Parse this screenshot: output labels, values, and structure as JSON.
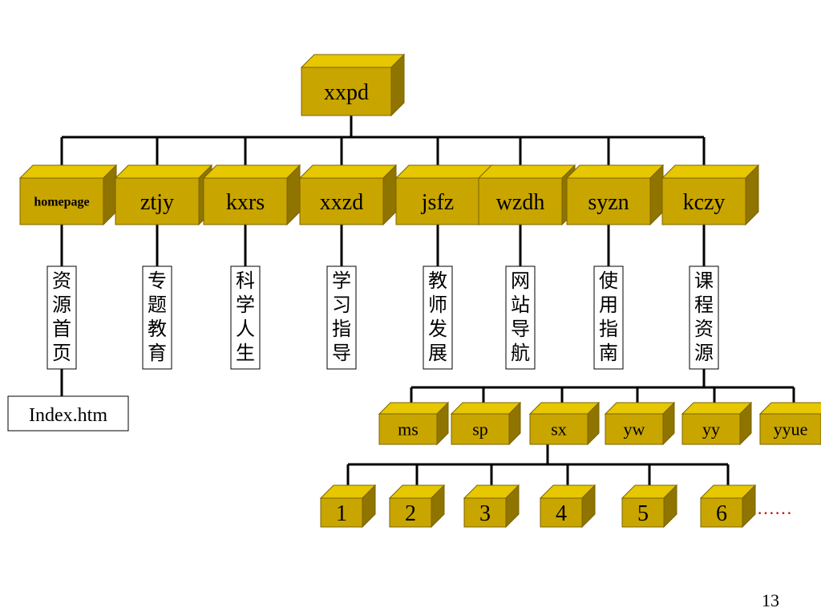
{
  "colors": {
    "box_face": "#C9A500",
    "box_top": "#E6C700",
    "box_side": "#8F7400",
    "box_edge": "#7A6300",
    "line": "#000000",
    "dots": "#D00000"
  },
  "root": {
    "id": "xxpd",
    "label": "xxpd"
  },
  "sections": [
    {
      "id": "homepage",
      "label": "homepage",
      "caption": "资源首页",
      "page": "Index.htm"
    },
    {
      "id": "ztjy",
      "label": "ztjy",
      "caption": "专题教育"
    },
    {
      "id": "kxrs",
      "label": "kxrs",
      "caption": "科学人生"
    },
    {
      "id": "xxzd",
      "label": "xxzd",
      "caption": "学习指导"
    },
    {
      "id": "jsfz",
      "label": "jsfz",
      "caption": "教师发展"
    },
    {
      "id": "wzdh",
      "label": "wzdh",
      "caption": "网站导航"
    },
    {
      "id": "syzn",
      "label": "syzn",
      "caption": "使用指南"
    },
    {
      "id": "kczy",
      "label": "kczy",
      "caption": "课程资源"
    }
  ],
  "subjects": [
    {
      "id": "ms",
      "label": "ms"
    },
    {
      "id": "sp",
      "label": "sp"
    },
    {
      "id": "sx",
      "label": "sx"
    },
    {
      "id": "yw",
      "label": "yw"
    },
    {
      "id": "yy",
      "label": "yy"
    },
    {
      "id": "yyue",
      "label": "yyue"
    }
  ],
  "grades": [
    {
      "id": "1",
      "label": "1"
    },
    {
      "id": "2",
      "label": "2"
    },
    {
      "id": "3",
      "label": "3"
    },
    {
      "id": "4",
      "label": "4"
    },
    {
      "id": "5",
      "label": "5"
    },
    {
      "id": "6",
      "label": "6"
    }
  ],
  "continuation": "……",
  "page_number": "13"
}
